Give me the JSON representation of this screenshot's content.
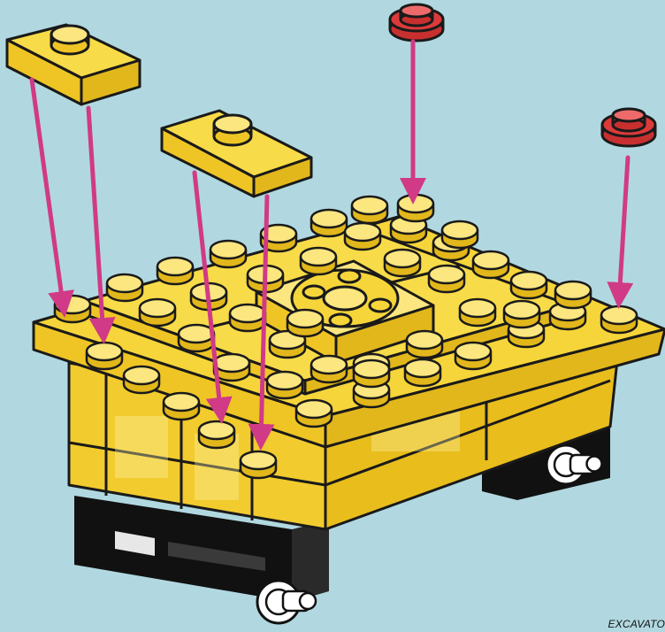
{
  "illustration": {
    "caption": "EXCAVATO",
    "colors": {
      "background": "#b1d8e0",
      "brick_yellow": "#f6d53a",
      "brick_yellow_dark": "#e2b71b",
      "brick_yellow_light": "#fbe680",
      "red_stud": "#dc3a3a",
      "arrow": "#d13a86",
      "outline": "#1a1a1a"
    },
    "parts": [
      {
        "name": "transparent-yellow-plate-1x2",
        "quantity": 2
      },
      {
        "name": "red-round-plate-1x1",
        "quantity": 2
      }
    ],
    "arrows": 6
  }
}
